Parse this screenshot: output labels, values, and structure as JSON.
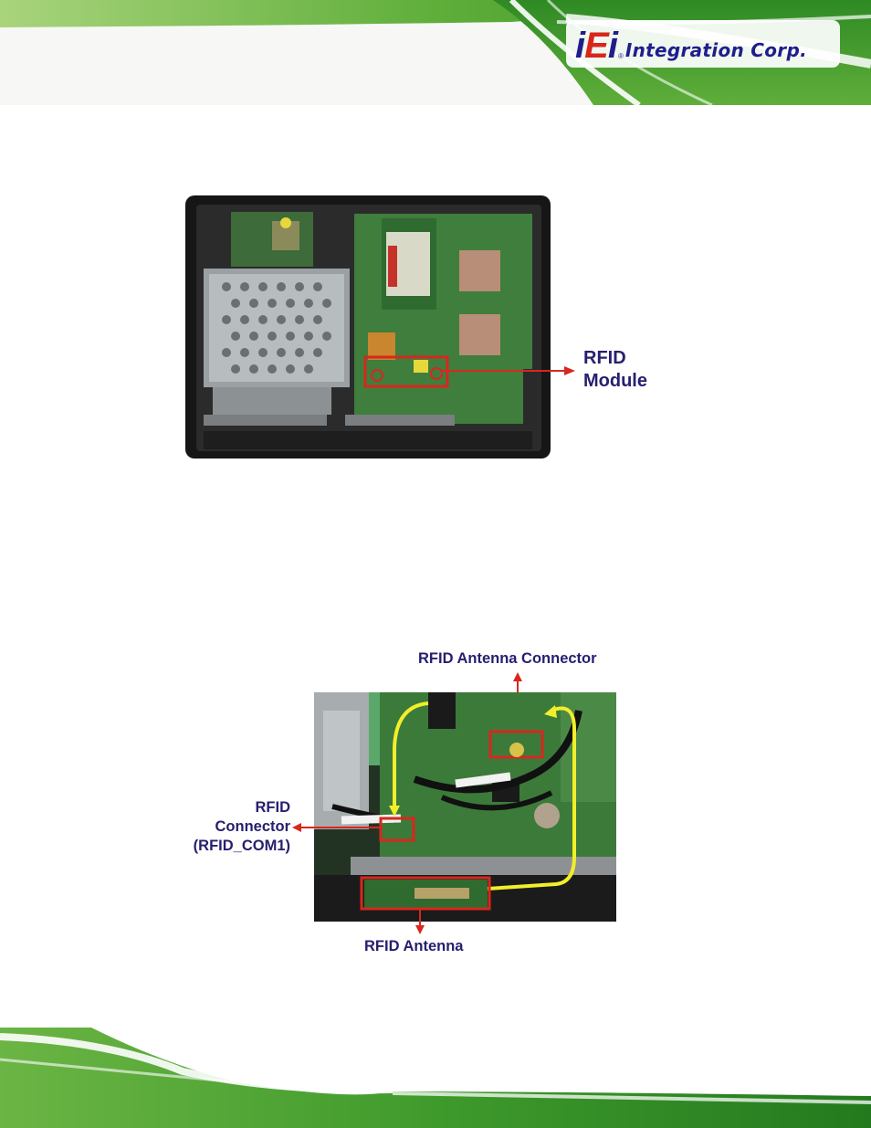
{
  "header": {
    "logo_mark": "iEi",
    "logo_reg": "®",
    "logo_text": "Integration Corp."
  },
  "figure1": {
    "callout_line1": "RFID",
    "callout_line2": "Module"
  },
  "figure2": {
    "antenna_connector_label": "RFID Antenna Connector",
    "connector_line1": "RFID",
    "connector_line2": "Connector",
    "connector_line3": "(RFID_COM1)",
    "antenna_label": "RFID Antenna"
  },
  "colors": {
    "brand_green": "#3f9a2c",
    "brand_navy": "#1e1e8c",
    "callout_text": "#27206e",
    "highlight_red": "#d8271e",
    "cable_yellow": "#f2ee2a"
  }
}
